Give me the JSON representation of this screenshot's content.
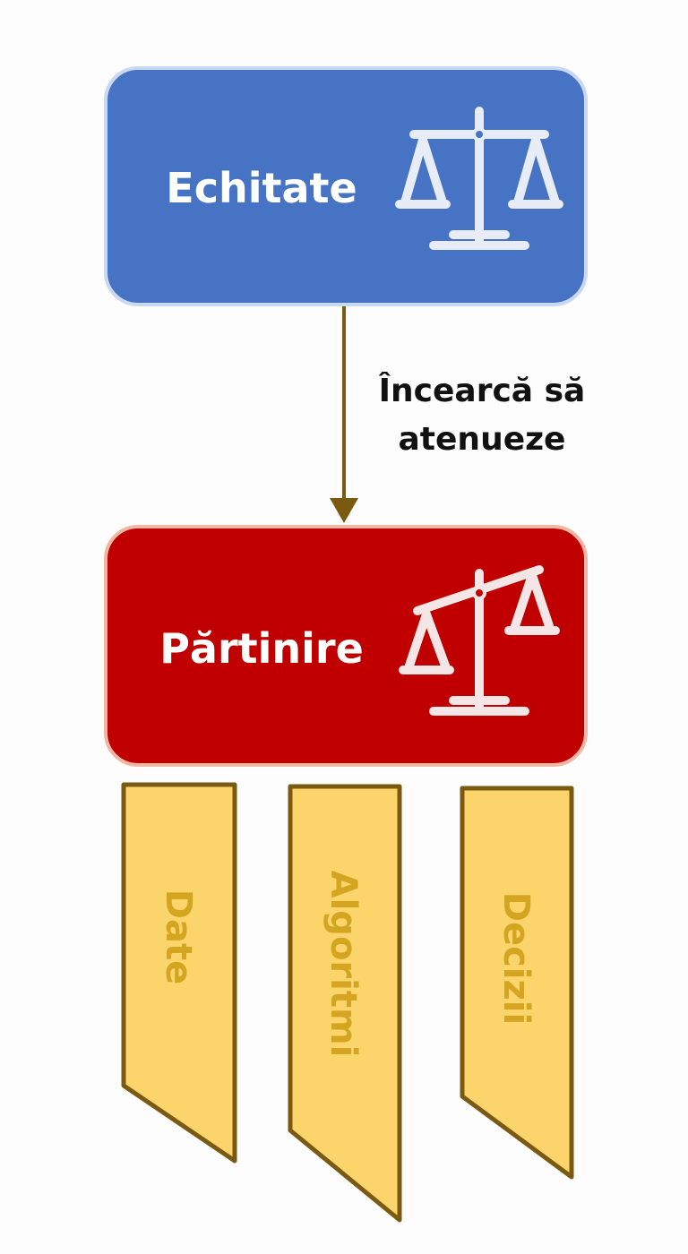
{
  "diagram": {
    "nodes": {
      "fairness": {
        "label": "Echitate",
        "color": "#4673c4",
        "icon": "balanced-scale-icon"
      },
      "bias": {
        "label": "Părtinire",
        "color": "#c00000",
        "icon": "tilted-scale-icon"
      }
    },
    "edge": {
      "line1": "Încearcă să",
      "line2": "atenueze",
      "color": "#7a5a10"
    },
    "ribbons": [
      {
        "label": "Date"
      },
      {
        "label": "Algoritmi"
      },
      {
        "label": "Decizii"
      }
    ],
    "ribbon_fill": "#fcd46c",
    "ribbon_stroke": "#7a5a10"
  }
}
